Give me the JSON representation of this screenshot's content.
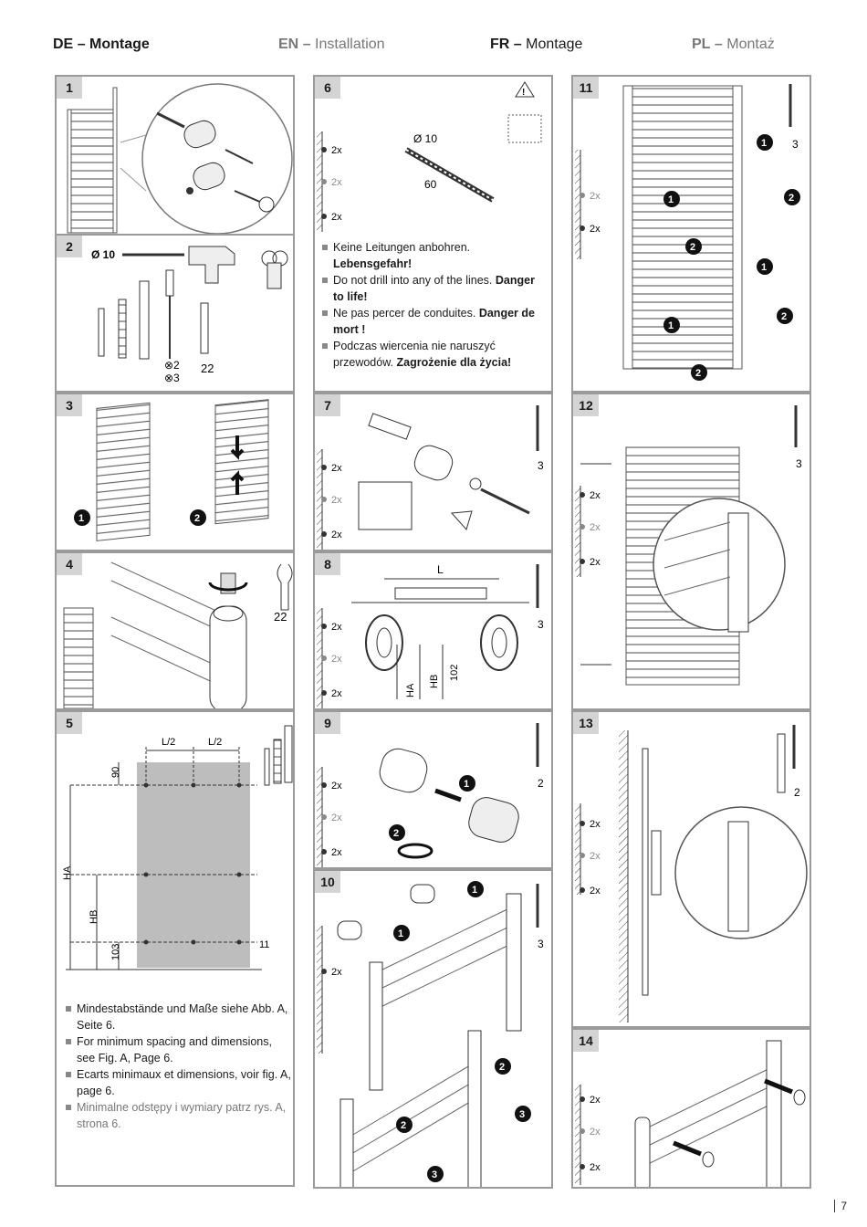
{
  "headers": {
    "de": {
      "code": "DE",
      "label": "Montage"
    },
    "en": {
      "code": "EN",
      "label": "Installation"
    },
    "fr": {
      "code": "FR",
      "label": "Montage"
    },
    "pl": {
      "code": "PL",
      "label": "Montaż"
    }
  },
  "steps": {
    "s1": "1",
    "s2": "2",
    "s3": "3",
    "s4": "4",
    "s5": "5",
    "s6": "6",
    "s7": "7",
    "s8": "8",
    "s9": "9",
    "s10": "10",
    "s11": "11",
    "s12": "12",
    "s13": "13",
    "s14": "14"
  },
  "labels": {
    "twox": "2x",
    "three": "3",
    "two": "2",
    "drill_diameter": "Ø 10",
    "depth": "60",
    "wrench_size": "22",
    "tool_counts": [
      "⊗2",
      "⊗3"
    ],
    "l": "L",
    "l_half": "L/2",
    "ha": "HA",
    "hb": "HB",
    "d102": "102",
    "d90": "90",
    "d103": "103",
    "d11": "11",
    "c1": "1",
    "c2": "2",
    "c3": "3"
  },
  "step6_bullets": [
    {
      "text": "Keine Leitungen anbohren. ",
      "bold": "Lebensgefahr!"
    },
    {
      "text": "Do not drill into any of the lines. ",
      "bold": "Danger to life!"
    },
    {
      "text": "Ne pas percer de conduites. ",
      "bold": "Danger de mort !"
    },
    {
      "text": "Podczas wiercenia nie naruszyć przewodów. ",
      "bold": "Zagrożenie dla życia!"
    }
  ],
  "step5_bullets": [
    "Mindestabstände und Maße siehe Abb. A, Seite 6.",
    "For minimum spacing and dimensions, see Fig. A, Page 6.",
    "Ecarts minimaux et dimensions, voir fig. A, page 6.",
    "Minimalne odstępy i wymiary patrz rys. A, strona 6."
  ],
  "page_number": "7"
}
